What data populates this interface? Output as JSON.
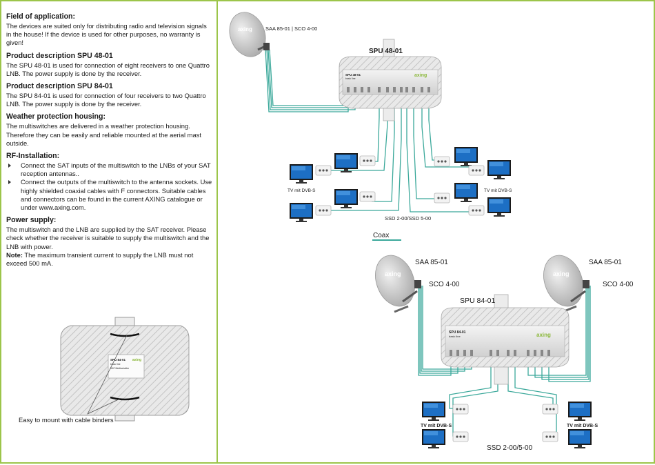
{
  "sections": [
    {
      "heading": "Field of application:",
      "body": "The devices are suited only for distributing radio and television signals in the house! If the device is used for other purposes, no warranty is given!"
    },
    {
      "heading": "Product description SPU 48-01",
      "body": "The SPU 48-01 is used for connection of eight receivers to one Quattro LNB. The power supply is done by the receiver."
    },
    {
      "heading": "Product description SPU 84-01",
      "body": "The SPU 84-01 is used for connection of four receivers to two Quattro LNB. The power supply is done by the receiver."
    },
    {
      "heading": "Weather protection housing:",
      "body": "The multiswitches are delivered in a weather protection housing. Therefore they can be easily and reliable mounted at the aerial mast outside."
    }
  ],
  "rf": {
    "heading": "RF-Installation:",
    "items": [
      "Connect the SAT inputs of the multiswitch to the LNBs of your SAT reception antennas..",
      "Connect the outputs of the multiswitch to the antenna sockets. Use highly shielded coaxial cables with F connectors. Suitable cables and connectors can be found in the current AXING catalogue or under www.axing.com."
    ]
  },
  "power": {
    "heading": "Power supply:",
    "body": "The multiswitch and the LNB are supplied by the SAT receiver. Please check whether the receiver is suitable to supply the multiswitch and the LNB with power.",
    "note_label": "Note:",
    "note_body": " The maximum transient current to supply the LNB must not exceed 500 mA."
  },
  "mount_caption": "Easy to mount with cable binders",
  "diagram_top": {
    "dish_label": "SAA 85-01 | SCO 4-00",
    "switch_title": "SPU 48-01",
    "tv_left": "TV mit DVB-S",
    "tv_right": "TV mit DVB-S",
    "ssd": "SSD 2-00/SSD 5-00"
  },
  "legend": {
    "coax": "Coax"
  },
  "diagram_bottom": {
    "dish_left_model": "SAA 85-01",
    "dish_left_lnb": "SCO 4-00",
    "dish_right_model": "SAA 85-01",
    "dish_right_lnb": "SCO 4-00",
    "switch_title": "SPU 84-01",
    "tv_left": "TV mit DVB-S",
    "tv_right": "TV mit DVB-S",
    "ssd": "SSD 2-00/5-00"
  },
  "brand": "axing",
  "colors": {
    "accent": "#9cc54a",
    "cable": "#3aa89a",
    "tv_screen": "#1d6fc4"
  }
}
